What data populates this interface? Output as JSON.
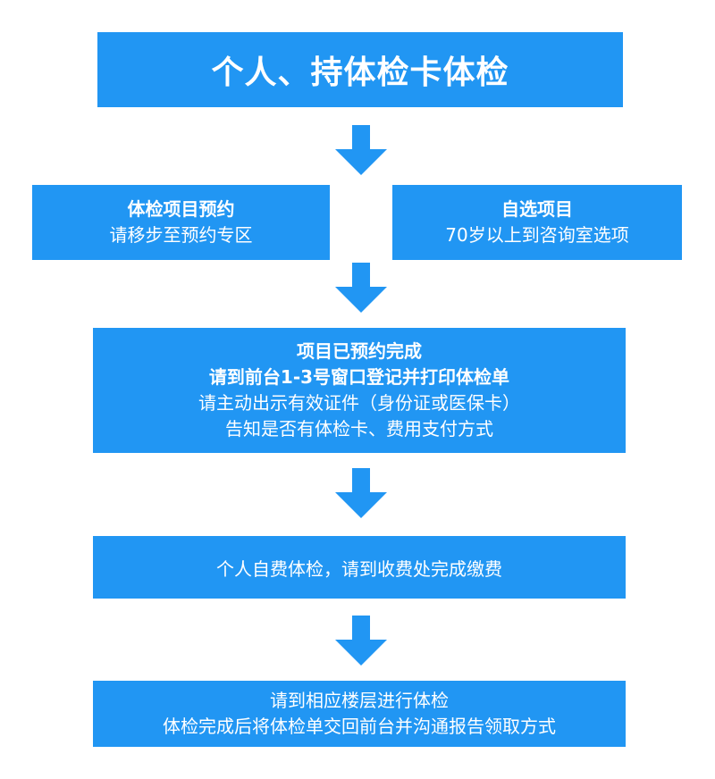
{
  "title": "个人、持体检卡体检",
  "left_box": {
    "heading": "体检项目预约",
    "text": "请移步至预约专区"
  },
  "right_box": {
    "heading": "自选项目",
    "text": "70岁以上到咨询室选项"
  },
  "step3": {
    "line1": "项目已预约完成",
    "line2": "请到前台1-3号窗口登记并打印体检单",
    "line3": "请主动出示有效证件（身份证或医保卡）",
    "line4": "告知是否有体检卡、费用支付方式"
  },
  "step4": {
    "text": "个人自费体检，请到收费处完成缴费"
  },
  "step5": {
    "line1": "请到相应楼层进行体检",
    "line2": "体检完成后将体检单交回前台并沟通报告领取方式"
  },
  "colors": {
    "box": "#2196F3",
    "arrow": "#2196F3",
    "text": "#FFFFFF"
  },
  "icons": [
    "down-arrow-icon"
  ]
}
